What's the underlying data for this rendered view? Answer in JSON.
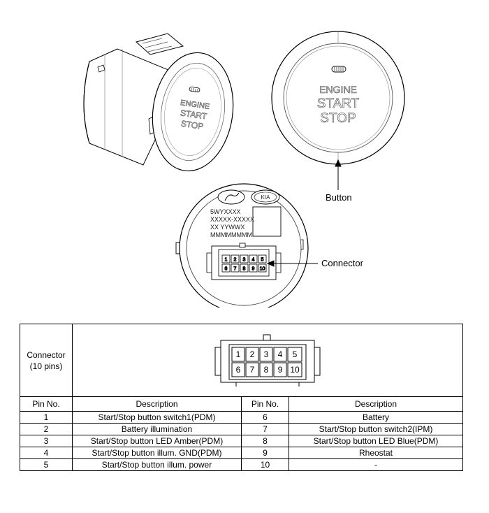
{
  "illustration": {
    "side_view": {
      "button_text": [
        "ENGINE",
        "START",
        "STOP"
      ]
    },
    "front_view": {
      "button_text": [
        "ENGINE",
        "START",
        "STOP"
      ],
      "callout": "Button"
    },
    "back_view": {
      "brand_marks": [
        "HYUNDAI",
        "KIA"
      ],
      "label_lines": [
        "5WYXXXX",
        "XXXXX-XXXXX",
        "XX YYWWX",
        "MMMMMMMM"
      ],
      "pins_top": [
        "1",
        "2",
        "3",
        "4",
        "5"
      ],
      "pins_bottom": [
        "6",
        "7",
        "8",
        "9",
        "10"
      ],
      "callout": "Connector"
    }
  },
  "table": {
    "connector_label": [
      "Connector",
      "(10 pins)"
    ],
    "connector_pins_top": [
      "1",
      "2",
      "3",
      "4",
      "5"
    ],
    "connector_pins_bottom": [
      "6",
      "7",
      "8",
      "9",
      "10"
    ],
    "headers": [
      "Pin No.",
      "Description",
      "Pin No.",
      "Description"
    ],
    "rows": [
      [
        "1",
        "Start/Stop button switch1(PDM)",
        "6",
        "Battery"
      ],
      [
        "2",
        "Battery illumination",
        "7",
        "Start/Stop button switch2(IPM)"
      ],
      [
        "3",
        "Start/Stop button LED Amber(PDM)",
        "8",
        "Start/Stop button LED Blue(PDM)"
      ],
      [
        "4",
        "Start/Stop button illum. GND(PDM)",
        "9",
        "Rheostat"
      ],
      [
        "5",
        "Start/Stop button illum. power",
        "10",
        "-"
      ]
    ]
  }
}
